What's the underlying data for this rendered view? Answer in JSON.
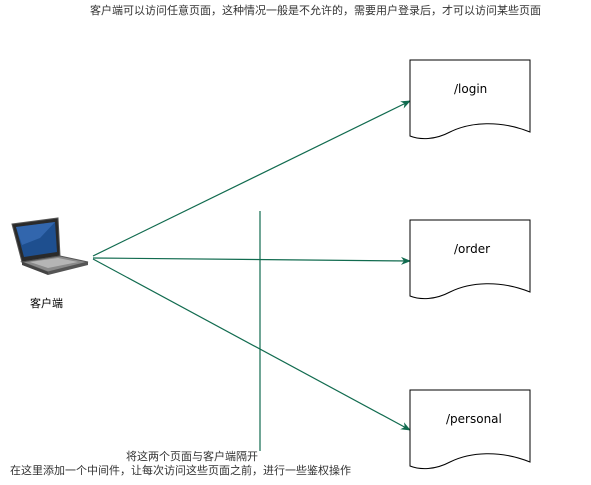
{
  "diagram": {
    "top_note": "客户端可以访问任意页面，这种情况一般是不允许的，需要用户登录后，才可以访问某些页面",
    "client": {
      "label": "客户端",
      "icon": "laptop-icon"
    },
    "pages": [
      {
        "label": "/login"
      },
      {
        "label": "/order"
      },
      {
        "label": "/personal"
      }
    ],
    "separator_note_line1": "将这两个页面与客户端隔开",
    "separator_note_line2": "在这里添加一个中间件，让每次访问这些页面之前，进行一些鉴权操作",
    "colors": {
      "arrow": "#116b4f",
      "separator": "#116b4f",
      "page_stroke": "#000000",
      "text": "#333333"
    }
  }
}
